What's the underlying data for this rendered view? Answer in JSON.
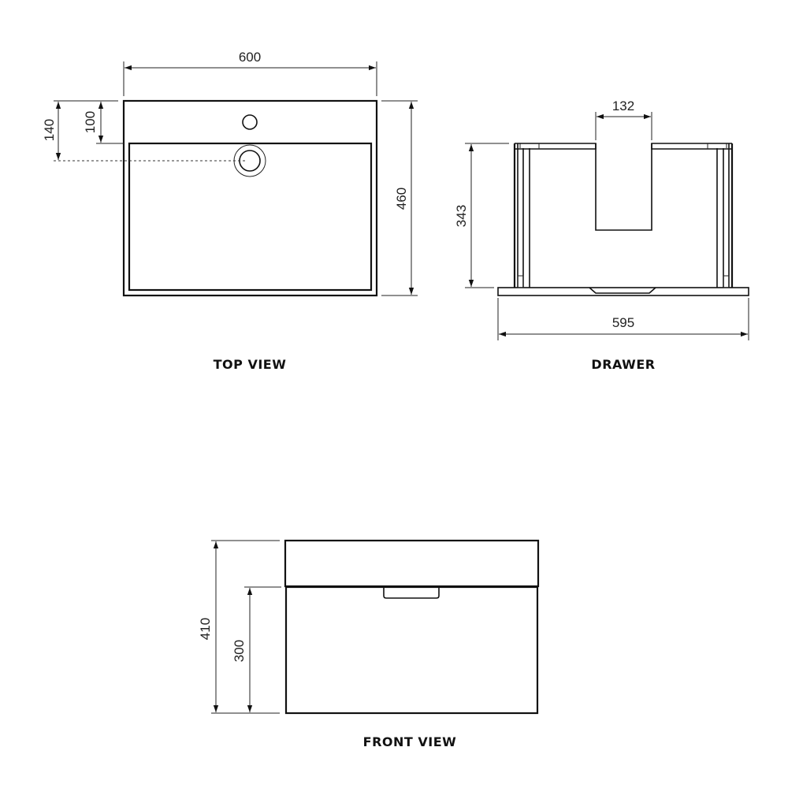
{
  "views": {
    "top_view": {
      "label": "TOP VIEW",
      "dimensions": {
        "width": "600",
        "depth": "460",
        "tap_hole_offset": "100",
        "drain_offset": "140"
      }
    },
    "drawer": {
      "label": "DRAWER",
      "dimensions": {
        "cutout_width": "132",
        "height": "343",
        "width": "595"
      }
    },
    "front_view": {
      "label": "FRONT VIEW",
      "dimensions": {
        "total_height": "410",
        "drawer_height": "300"
      }
    }
  },
  "colors": {
    "line": "#111111",
    "background": "#ffffff"
  }
}
